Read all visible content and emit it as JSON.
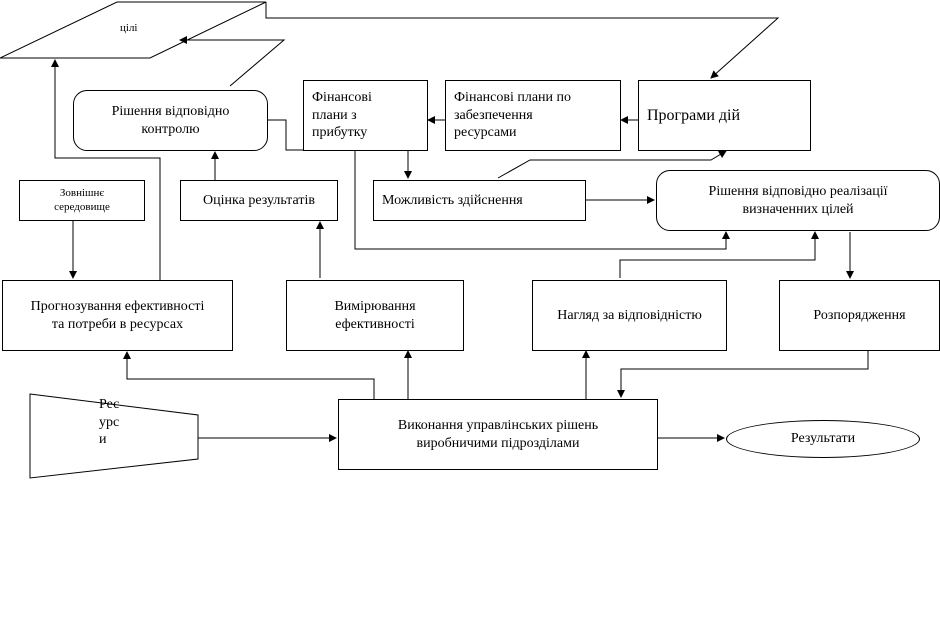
{
  "nodes": {
    "goals": "цілі",
    "control_decision": "Рішення відповідно\nконтролю",
    "fin_profit": "Фінансові\nплани з\nприбутку",
    "fin_resources": "Фінансові плани по\nзабезпечення\nресурсами",
    "action_programs": "Програми дій",
    "external_env": "Зовнішнє\nсередовище",
    "results_eval": "Оцінка результатів",
    "feasibility": "Можливість здійснення",
    "impl_decision": "Рішення відповідно реалізації\nвизначенних цілей",
    "forecasting": "Прогнозування ефективності\nта потреби в ресурсах",
    "measurement": "Вимірювання\nефективності",
    "compliance": "Нагляд за відповідністю",
    "orders": "Розпорядження",
    "resources": "Рес\nурс\nи",
    "execution": "Виконання управлінських рішень\nвиробничими підрозділами",
    "results": "Результати"
  },
  "colors": {
    "stroke": "#000000",
    "background": "#ffffff"
  }
}
